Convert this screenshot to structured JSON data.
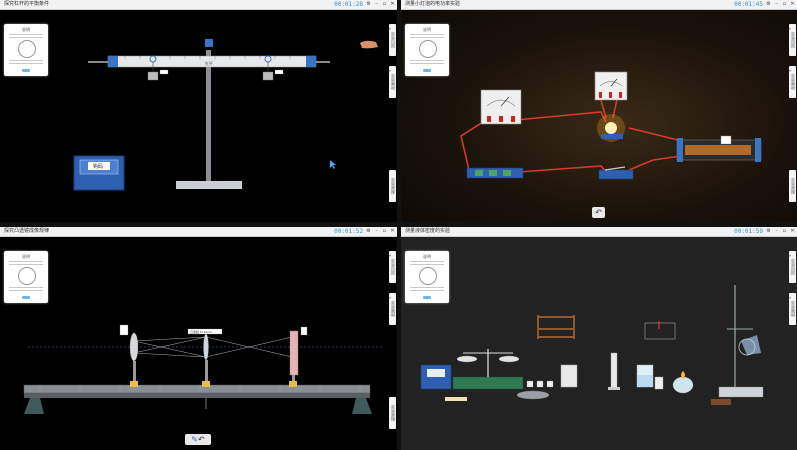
{
  "windows": [
    {
      "title": "探究杠杆的平衡条件",
      "timer": "00:01:28",
      "tabs": [
        "实验目的",
        "实验器材",
        "实验原理"
      ],
      "ruler_label": "杠杆",
      "box_label": "钩码"
    },
    {
      "title": "测量小灯泡的电功率实验",
      "timer": "00:01:45",
      "tabs": [
        "实验目的",
        "实验器材",
        "实验原理"
      ],
      "back_icon": "back-arrow-icon"
    },
    {
      "title": "探究凸透镜成像规律",
      "timer": "00:01:52",
      "tabs": [
        "实验目的",
        "实验器材",
        "实验原理"
      ],
      "lens_label": "凸透镜 f=10cm"
    },
    {
      "title": "测量液体密度的实验",
      "timer": "00:01:59",
      "tabs": [
        "实验目的",
        "实验器材"
      ]
    }
  ],
  "card_head": "说明",
  "win_icons": [
    "settings-icon",
    "minimize-icon",
    "restore-icon",
    "close-icon"
  ],
  "win_glyphs": [
    "⚙",
    "–",
    "▫",
    "✕"
  ],
  "colors": {
    "timer": "#2f8fd8",
    "wire": "#d83a2a",
    "lab_bg": "#000000"
  }
}
